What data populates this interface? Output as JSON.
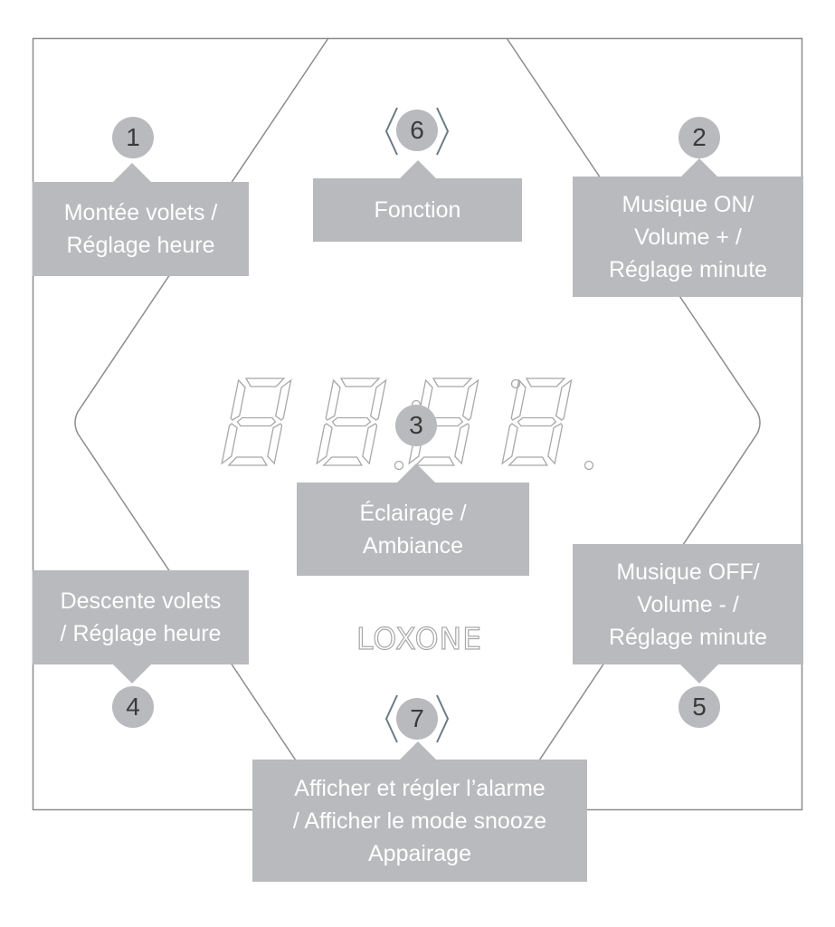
{
  "diagram": {
    "title": "Loxone Touch clock – button functions",
    "brand_logo": "LOXONE",
    "colors": {
      "label_fill": "#b9babd",
      "label_text": "#ffffff",
      "badge_text": "#3a3a3a",
      "outline": "#8c8c8c",
      "chevron": "#6b7b85"
    },
    "display": {
      "type": "7-segment",
      "digits": 4,
      "separator": "colon-dots",
      "lit_segments": "none"
    },
    "callouts": [
      {
        "id": 1,
        "badge": "1",
        "lines": [
          "Montée volets /",
          "Réglage heure"
        ]
      },
      {
        "id": 2,
        "badge": "2",
        "lines": [
          "Musique ON/",
          "Volume + /",
          "Réglage minute"
        ]
      },
      {
        "id": 3,
        "badge": "3",
        "lines": [
          "Éclairage /",
          "Ambiance"
        ]
      },
      {
        "id": 4,
        "badge": "4",
        "lines": [
          "Descente volets",
          "/ Réglage heure"
        ]
      },
      {
        "id": 5,
        "badge": "5",
        "lines": [
          "Musique OFF/",
          "Volume - /",
          "Réglage minute"
        ]
      },
      {
        "id": 6,
        "badge": "6",
        "lines": [
          "Fonction"
        ],
        "marker": "double-chevron"
      },
      {
        "id": 7,
        "badge": "7",
        "lines": [
          "Afficher et régler l’alarme",
          "/ Afficher le mode snooze",
          "Appairage"
        ],
        "marker": "double-chevron"
      }
    ]
  }
}
